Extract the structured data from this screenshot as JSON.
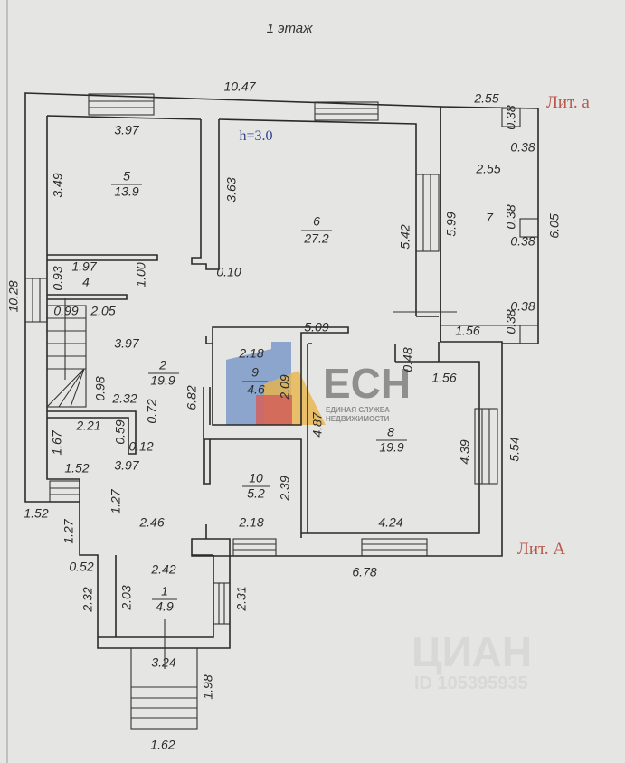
{
  "title": "1 этаж",
  "height_label": "h=3.0",
  "lit_a_small": "Лит. а",
  "lit_a_big": "Лит. A",
  "rooms": [
    {
      "number": "1",
      "area": "4.9"
    },
    {
      "number": "2",
      "area": "19.9"
    },
    {
      "number": "4",
      "area": ""
    },
    {
      "number": "5",
      "area": "13.9"
    },
    {
      "number": "6",
      "area": "27.2"
    },
    {
      "number": "7",
      "area": ""
    },
    {
      "number": "8",
      "area": "19.9"
    },
    {
      "number": "9",
      "area": "4.6"
    },
    {
      "number": "10",
      "area": "5.2"
    }
  ],
  "dims": [
    "10.47",
    "2.55",
    "3.97",
    "0.38",
    "0.38",
    "2.55",
    "3.49",
    "3.63",
    "5.99",
    "5.42",
    "0.38",
    "0.38",
    "6.05",
    "1.97",
    "0.93",
    "1.00",
    "0.10",
    "10.28",
    "0.99",
    "2.05",
    "0.38",
    "0.38",
    "1.56",
    "5.09",
    "3.97",
    "2.18",
    "2.09",
    "0.48",
    "1.56",
    "0.98",
    "2.32",
    "6.82",
    "0.72",
    "2.21",
    "0.59",
    "0.12",
    "4.87",
    "4.39",
    "5.54",
    "1.67",
    "1.52",
    "3.97",
    "2.39",
    "1.27",
    "1.52",
    "1.27",
    "2.46",
    "2.18",
    "4.24",
    "0.52",
    "6.78",
    "2.42",
    "2.32",
    "2.03",
    "2.31",
    "3.24",
    "1.98",
    "1.62"
  ],
  "watermarks": {
    "esn_logo": "ЕСН",
    "esn_line1": "ЕДИНАЯ СЛУЖБА",
    "esn_line2": "НЕДВИЖИМОСТИ",
    "cian_logo": "ЦИАН",
    "cian_id": "ID 105395935"
  },
  "colors": {
    "lit": "#b8574a",
    "height": "#2d3f8c"
  }
}
